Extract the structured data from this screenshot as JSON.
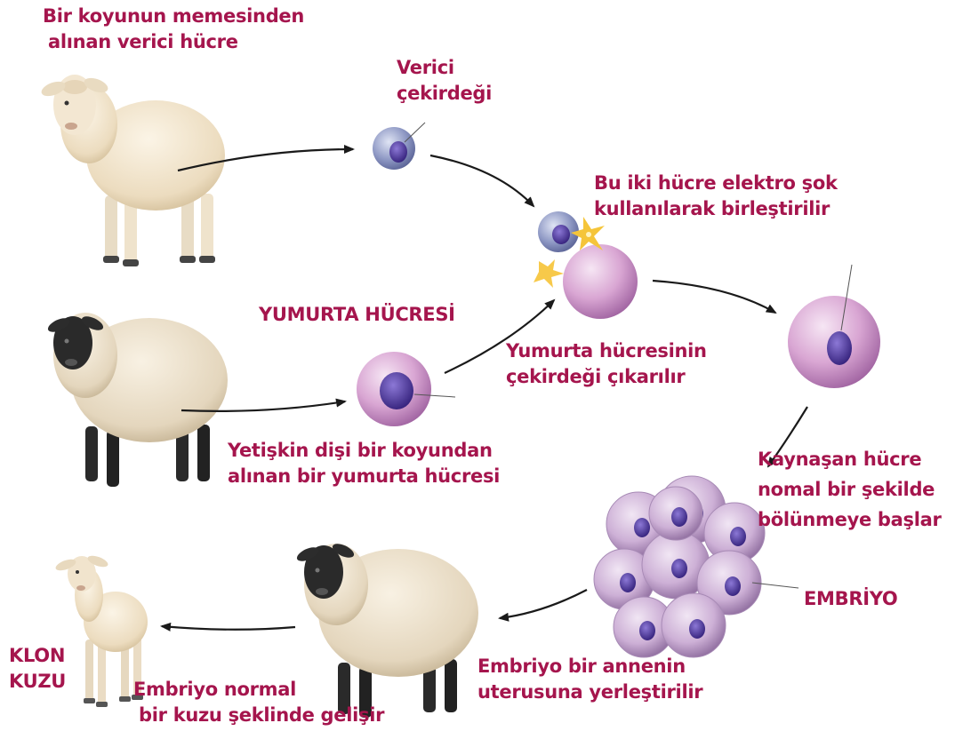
{
  "colors": {
    "label_text": "#a5154d",
    "arrow": "#1a1a1a",
    "donor_cell": "#7c86b8",
    "egg_cell": "#c990c6",
    "nucleus": "#4a2f9a",
    "fleece": "#efe2c9",
    "dark_head": "#2a2a2a",
    "spark": "#f5c53a"
  },
  "labels": {
    "donor_source": [
      "Bir koyunun memesinden",
      "alınan verici hücre"
    ],
    "donor_nucleus": [
      "Verici",
      "çekirdeği"
    ],
    "fusion": [
      "Bu iki hücre elektro şok",
      "kullanılarak  birleştirilir"
    ],
    "egg_cell": "YUMURTA HÜCRESİ",
    "nucleus_removed": [
      "Yumurta hücresinin",
      "çekirdeği çıkarılır"
    ],
    "egg_source": [
      "Yetişkin dişi bir koyundan",
      "alınan bir yumurta hücresi"
    ],
    "division": [
      "Kaynaşan hücre",
      "nomal bir şekilde",
      "bölünmeye başlar"
    ],
    "embryo": "EMBRİYO",
    "implant": [
      "Embriyo bir annenin",
      "uterusuna yerleştirilir"
    ],
    "growth": [
      "Embriyo normal",
      "bir kuzu şeklinde gelişir"
    ],
    "clone": [
      "KLON",
      "KUZU"
    ]
  },
  "icons": {
    "donor_sheep": "white-sheep-icon",
    "egg_sheep": "black-faced-sheep-icon",
    "surrogate_sheep": "black-faced-sheep-icon",
    "clone_lamb": "lamb-icon"
  }
}
